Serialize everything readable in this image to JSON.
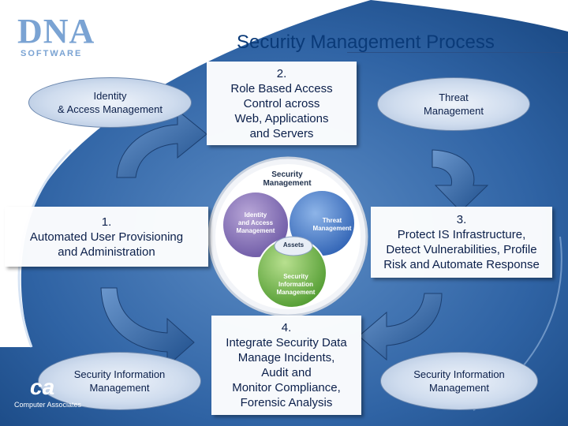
{
  "logo": {
    "main": "DNA",
    "sub": "SOFTWARE"
  },
  "title": "Security Management Process",
  "ovals": {
    "identity": "Identity\n& Access Management",
    "threat": "Threat\nManagement",
    "sim_left": "Security Information\nManagement",
    "sim_right": "Security Information\nManagement"
  },
  "steps": {
    "step1": "1.\nAutomated User Provisioning\nand Administration",
    "step2": "2.\nRole Based Access\nControl across\nWeb, Applications\nand Servers",
    "step3": "3.\nProtect IS Infrastructure,\nDetect Vulnerabilities, Profile\nRisk and Automate Response",
    "step4": "4.\nIntegrate Security Data\nManage Incidents,\nAudit and\nMonitor Compliance,\nForensic Analysis"
  },
  "center_graphic": {
    "heading": "Security\nManagement",
    "identity": "Identity\nand Access\nManagement",
    "threat": "Threat\nManagement",
    "assets": "Assets",
    "sim": "Security\nInformation\nManagement"
  },
  "footer_logo": {
    "mark": "ca",
    "name": "Computer Associates"
  },
  "colors": {
    "background": "#1e4f8f",
    "arrow": "#3d6fae",
    "text": "#0b1f4a"
  }
}
